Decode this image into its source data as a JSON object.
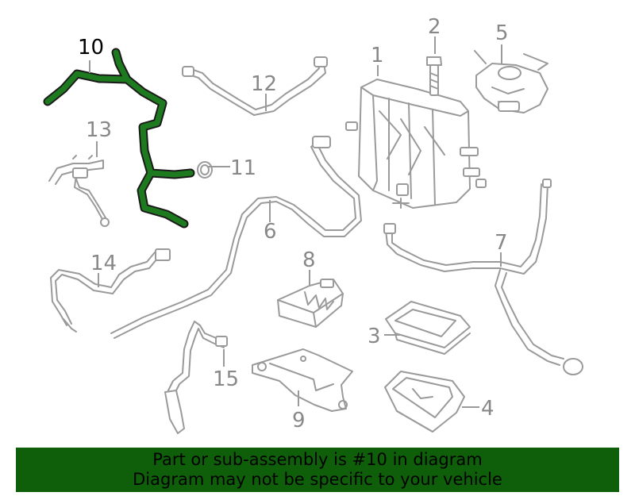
{
  "labels": {
    "l1": "1",
    "l2": "2",
    "l3": "3",
    "l4": "4",
    "l5": "5",
    "l6": "6",
    "l7": "7",
    "l8": "8",
    "l9": "9",
    "l10": "10",
    "l11": "11",
    "l12": "12",
    "l13": "13",
    "l14": "14",
    "l15": "15"
  },
  "highlighted_part": "10",
  "colors": {
    "highlight": "#1e7a1e",
    "banner": "#0f5f0a",
    "line_art": "#9a9a9a"
  },
  "banner": {
    "line1": "Part or sub-assembly is #10 in diagram",
    "line2": "Diagram may not be specific to your vehicle"
  }
}
